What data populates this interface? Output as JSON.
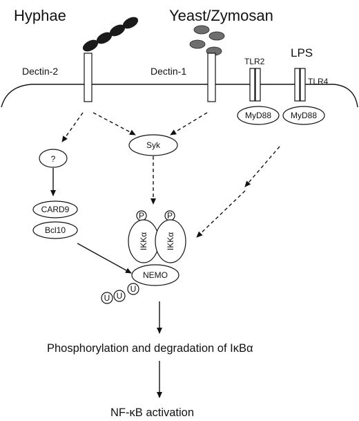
{
  "labels": {
    "hyphae": "Hyphae",
    "yeast": "Yeast/Zymosan",
    "dectin2": "Dectin-2",
    "dectin1": "Dectin-1",
    "tlr2": "TLR2",
    "lps": "LPS",
    "tlr4": "TLR4",
    "myd88_a": "MyD88",
    "myd88_b": "MyD88",
    "syk": "Syk",
    "question": "?",
    "card9": "CARD9",
    "bcl10": "Bcl10",
    "p1": "P",
    "p2": "P",
    "ikk1": "IKKα",
    "ikk2": "IKKα",
    "nemo": "NEMO",
    "u1": "U",
    "u2": "U",
    "u3": "U",
    "phospho": "Phosphorylation and degradation of IκBα",
    "nfkb": "NF-κB  activation"
  },
  "colors": {
    "hyphae": "#1a1a1a",
    "yeast": "#6e6e6e",
    "line": "#111111",
    "background": "#ffffff"
  }
}
